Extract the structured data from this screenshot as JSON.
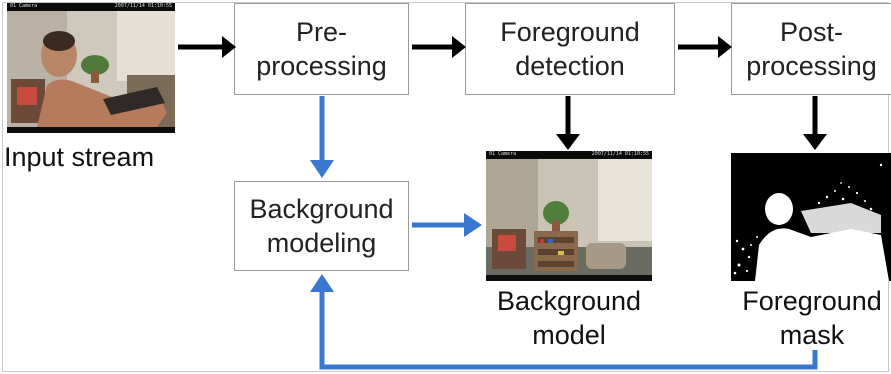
{
  "nodes": {
    "preprocessing": "Pre-\nprocessing",
    "foreground_detection": "Foreground\ndetection",
    "postprocessing": "Post-\nprocessing",
    "background_modeling": "Background\nmodeling"
  },
  "labels": {
    "input_stream": "Input stream",
    "background_model": "Background\nmodel",
    "foreground_mask": "Foreground\nmask"
  },
  "colors": {
    "black_arrow": "#000000",
    "blue_arrow": "#3a78d0",
    "box_border": "#9a9a9a"
  },
  "images": {
    "input_frame": "person-in-living-room-camera-frame",
    "background_frame": "empty-living-room-camera-frame",
    "mask_frame": "binary-foreground-mask"
  }
}
